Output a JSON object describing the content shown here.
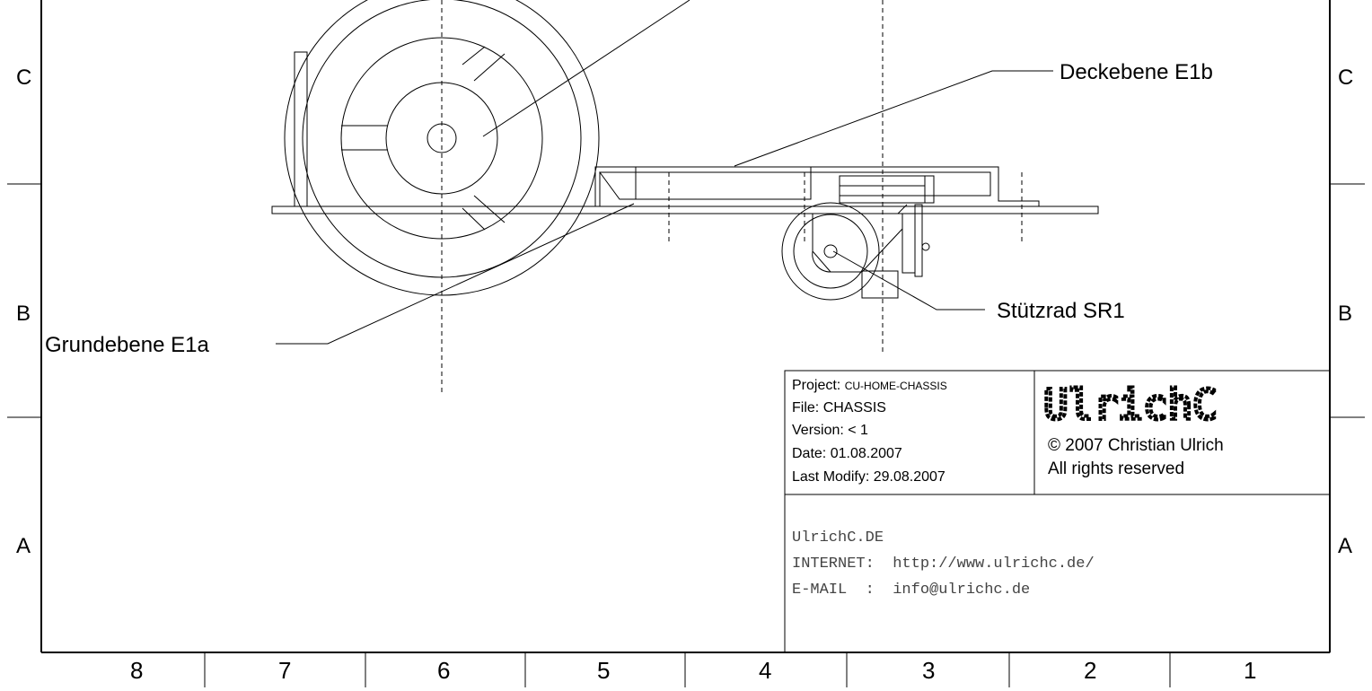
{
  "grid": {
    "row_labels_left": [
      "C",
      "B",
      "A"
    ],
    "row_labels_right": [
      "C",
      "B",
      "A"
    ],
    "column_labels": [
      "8",
      "7",
      "6",
      "5",
      "4",
      "3",
      "2",
      "1"
    ]
  },
  "callouts": {
    "deckebene": "Deckebene E1b",
    "stuetzrad": "Stützrad SR1",
    "grundebene": "Grundebene E1a"
  },
  "title_block": {
    "project_label": "Project:",
    "project_value": "CU-HOME-CHASSIS",
    "file_label": "File:",
    "file_value": "CHASSIS",
    "version_label": "Version:",
    "version_value": "< 1",
    "date_label": "Date:",
    "date_value": "01.08.2007",
    "last_modify_label": "Last Modify:",
    "last_modify_value": "29.08.2007",
    "logo": "UlrichC",
    "copyright": "© 2007 Christian Ulrich",
    "rights": "All rights reserved",
    "contact_line1": "UlrichC.DE",
    "contact_line2": "INTERNET:  http://www.ulrichc.de/",
    "contact_line3": "E-MAIL  :  info@ulrichc.de"
  }
}
